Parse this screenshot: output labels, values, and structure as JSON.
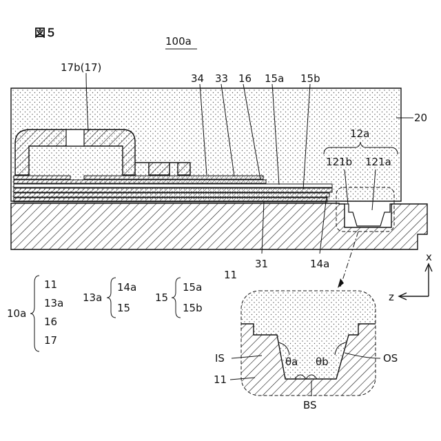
{
  "figure_label": "図５",
  "figure_number": "100a",
  "labels": {
    "l17b": "17b(17)",
    "l34": "34",
    "l33": "33",
    "l16": "16",
    "l15a": "15a",
    "l15b": "15b",
    "l20": "20",
    "l12a": "12a",
    "l121b": "121b",
    "l121a": "121a",
    "l31": "31",
    "l14a": "14a",
    "l11": "11",
    "axis_x": "x",
    "axis_z": "z"
  },
  "legend": {
    "g10a": {
      "name": "10a",
      "items": [
        "11",
        "13a",
        "16",
        "17"
      ]
    },
    "g13a": {
      "name": "13a",
      "items": [
        "14a",
        "15"
      ]
    },
    "g15": {
      "name": "15",
      "items": [
        "15a",
        "15b"
      ]
    }
  },
  "inset": {
    "IS": "IS",
    "OS": "OS",
    "BS": "BS",
    "theta_a": "θa",
    "theta_b": "θb",
    "l11": "11"
  }
}
